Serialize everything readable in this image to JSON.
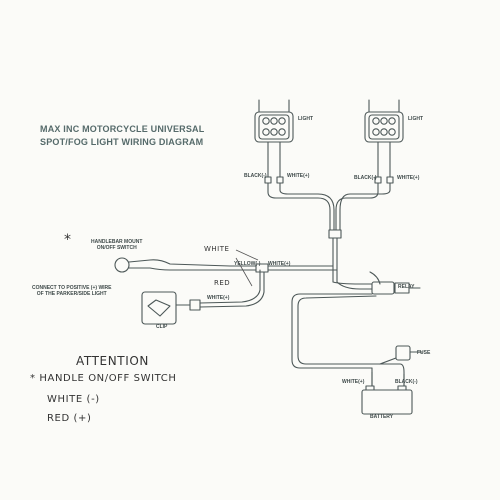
{
  "title": {
    "line1": "MAX INC MOTORCYCLE UNIVERSAL",
    "line2": "SPOT/FOG LIGHT WIRING DIAGRAM"
  },
  "labels": {
    "light_left": "LIGHT",
    "light_right": "LIGHT",
    "black_left": "BLACK(-)",
    "white_left": "WHITE(+)",
    "black_right": "BLACK(-)",
    "white_right": "WHITE(+)",
    "handlebar_switch": "HANDLEBAR MOUNT\nON/OFF SWITCH",
    "yellow": "YELLOW(-)",
    "white_plus_mid": "WHITE(+)",
    "connect_positive": "CONNECT TO POSITIVE (+) WIRE\nOF THE PARKER/SIDE LIGHT",
    "white_plus_clip": "WHITE(+)",
    "clip": "CLIP",
    "relay": "RELAY",
    "fuse": "FUSE",
    "battery_white": "WHITE(+)",
    "battery_black": "BLACK(-)",
    "battery": "BATTERY"
  },
  "handwritten": {
    "asterisk": "*",
    "white": "WHITE",
    "red": "RED",
    "attention": "ATTENTION",
    "note_line1": "* HANDLE ON/OFF SWITCH",
    "note_line2": "WHITE (-)",
    "note_line3": "RED (+)"
  }
}
